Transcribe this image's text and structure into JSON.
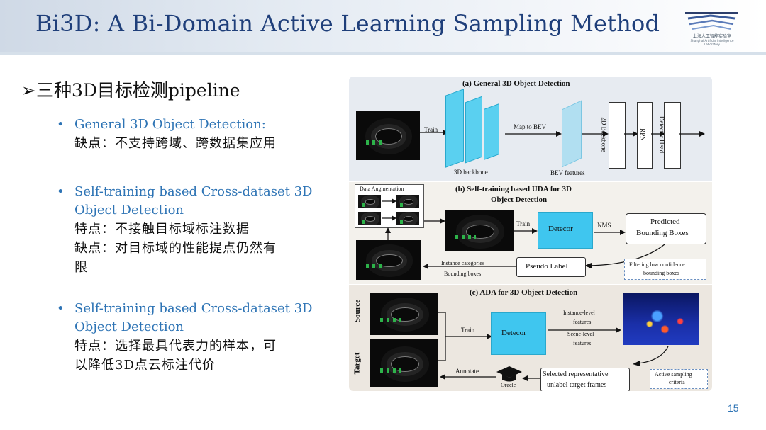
{
  "header": {
    "title": "Bi3D: A Bi-Domain Active Learning Sampling Method",
    "logo_cn": "上海人工智能实验室",
    "logo_en": "Shanghai Artificial Intelligence Laboratory"
  },
  "main": {
    "heading_marker": "➢",
    "heading": "三种3D目标检测pipeline",
    "bullets": [
      {
        "title": "General 3D Object Detection:",
        "lines": [
          "缺点：不支持跨域、跨数据集应用"
        ]
      },
      {
        "title_line1": "Self-training based Cross-dataset 3D",
        "title_line2": "Object Detection",
        "lines": [
          "特点：不接触目标域标注数据",
          "缺点：对目标域的性能提点仍然有",
          "限"
        ]
      },
      {
        "title_line1": "Self-training based Cross-dataset 3D",
        "title_line2": "Object Detection",
        "lines": [
          "特点：选择最具代表力的样本，可",
          "以降低3D点云标注代价"
        ]
      }
    ]
  },
  "figure": {
    "a": {
      "title": "(a) General 3D Object Detection",
      "train": "Train",
      "map_to_bev": "Map to BEV",
      "backbone3d": "3D backbone",
      "bev_features": "BEV features",
      "backbone2d": "2D Backbone",
      "rpn": "RPN",
      "detector_head": "Detector Head"
    },
    "b": {
      "title_line1": "(b) Self-training based UDA for 3D",
      "title_line2": "Object Detection",
      "data_aug": "Data Augmentation",
      "train": "Train",
      "detector": "Detecor",
      "nms": "NMS",
      "predicted_line1": "Predicted",
      "predicted_line2": "Bounding Boxes",
      "pseudo_label": "Pseudo Label",
      "instance_categories": "Instance categories",
      "bounding_boxes": "Bounding boxes",
      "filter_line1": "Filtering low confidence",
      "filter_line2": "bounding boxes"
    },
    "c": {
      "title": "(c) ADA for 3D Object Detection",
      "source": "Source",
      "target": "Target",
      "train": "Train",
      "detector": "Detecor",
      "instance_level_line1": "Instance-level",
      "instance_level_line2": "features",
      "scene_level_line1": "Scene-level",
      "scene_level_line2": "features",
      "annotate": "Annotate",
      "oracle": "Oracle",
      "selected_line1": "Selected representative",
      "selected_line2": "unlabel target frames",
      "active_line1": "Active sampling",
      "active_line2": "criteria"
    }
  },
  "page_number": "15"
}
